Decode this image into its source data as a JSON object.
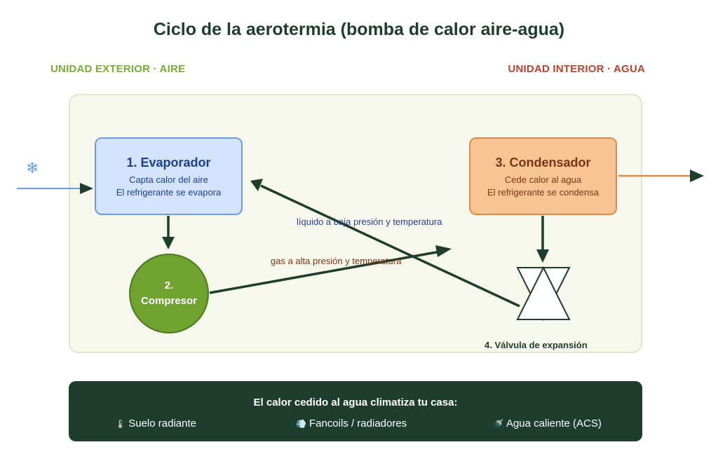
{
  "title": "Ciclo de la aerotermia (bomba de calor aire-agua)",
  "outdoor_label": "UNIDAD EXTERIOR · AIRE",
  "indoor_label": "UNIDAD INTERIOR · AGUA",
  "evaporator": {
    "title": "1. Evaporador",
    "line1": "Capta calor del aire",
    "line2": "El refrigerante se evapora"
  },
  "compressor": {
    "number": "2.",
    "name": "Compresor"
  },
  "condenser": {
    "title": "3. Condensador",
    "line1": "Cede calor al agua",
    "line2": "El refrigerante se condensa"
  },
  "valve": {
    "label": "4. Válvula de expansión"
  },
  "flows": {
    "liquid": "líquido a baja presión y temperatura",
    "gas": "gas a alta presión y temperatura"
  },
  "icons": {
    "snowflake": "❄",
    "thermometer": "🌡",
    "fan": "💨",
    "faucet": "🚿"
  },
  "colors": {
    "outdoor": "#7aad37",
    "indoor": "#b5452e",
    "evaporator_fill": "#d3e3fb",
    "condenser_fill": "#f8c592",
    "compressor_fill": "#6fa22f",
    "arrow": "#1e3d2c",
    "info_bg": "#1e3d2c"
  },
  "info": {
    "title": "El calor cedido al agua climatiza tu casa:",
    "items": [
      {
        "label": "Suelo radiante"
      },
      {
        "label": "Fancoils / radiadores"
      },
      {
        "label": "Agua caliente (ACS)"
      }
    ]
  }
}
